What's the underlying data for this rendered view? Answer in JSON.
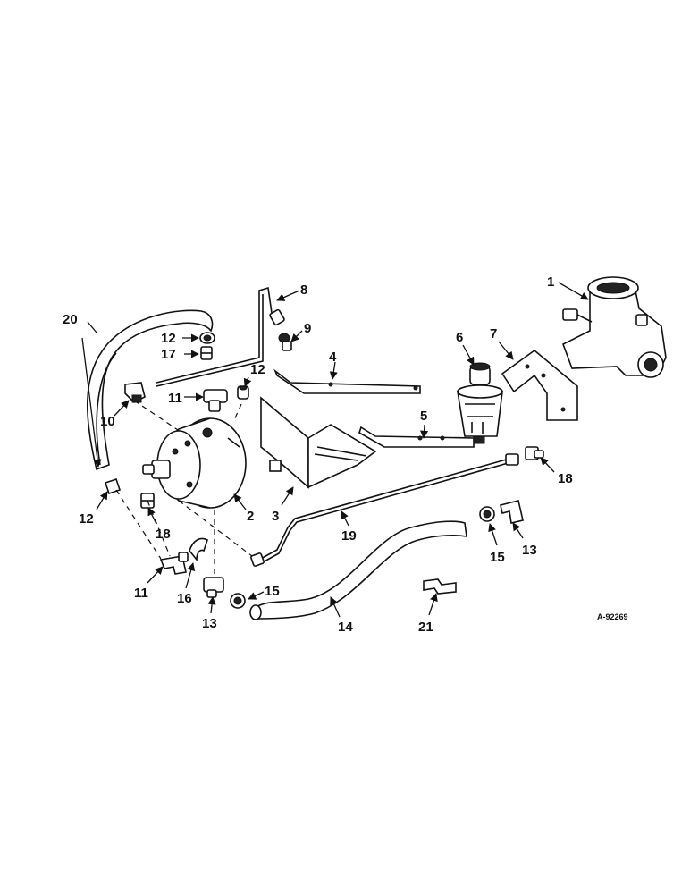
{
  "diagram": {
    "reference_code": "A-92269",
    "callouts": [
      {
        "id": "c1",
        "label": "1"
      },
      {
        "id": "c2",
        "label": "2"
      },
      {
        "id": "c3",
        "label": "3"
      },
      {
        "id": "c4",
        "label": "4"
      },
      {
        "id": "c5",
        "label": "5"
      },
      {
        "id": "c6",
        "label": "6"
      },
      {
        "id": "c7",
        "label": "7"
      },
      {
        "id": "c8",
        "label": "8"
      },
      {
        "id": "c9",
        "label": "9"
      },
      {
        "id": "c10",
        "label": "10"
      },
      {
        "id": "c11a",
        "label": "11"
      },
      {
        "id": "c11b",
        "label": "11"
      },
      {
        "id": "c12a",
        "label": "12"
      },
      {
        "id": "c12b",
        "label": "12"
      },
      {
        "id": "c12c",
        "label": "12"
      },
      {
        "id": "c13a",
        "label": "13"
      },
      {
        "id": "c13b",
        "label": "13"
      },
      {
        "id": "c14",
        "label": "14"
      },
      {
        "id": "c15a",
        "label": "15"
      },
      {
        "id": "c15b",
        "label": "15"
      },
      {
        "id": "c16",
        "label": "16"
      },
      {
        "id": "c17",
        "label": "17"
      },
      {
        "id": "c18a",
        "label": "18"
      },
      {
        "id": "c18b",
        "label": "18"
      },
      {
        "id": "c19",
        "label": "19"
      },
      {
        "id": "c20",
        "label": "20"
      },
      {
        "id": "c21",
        "label": "21"
      }
    ]
  }
}
